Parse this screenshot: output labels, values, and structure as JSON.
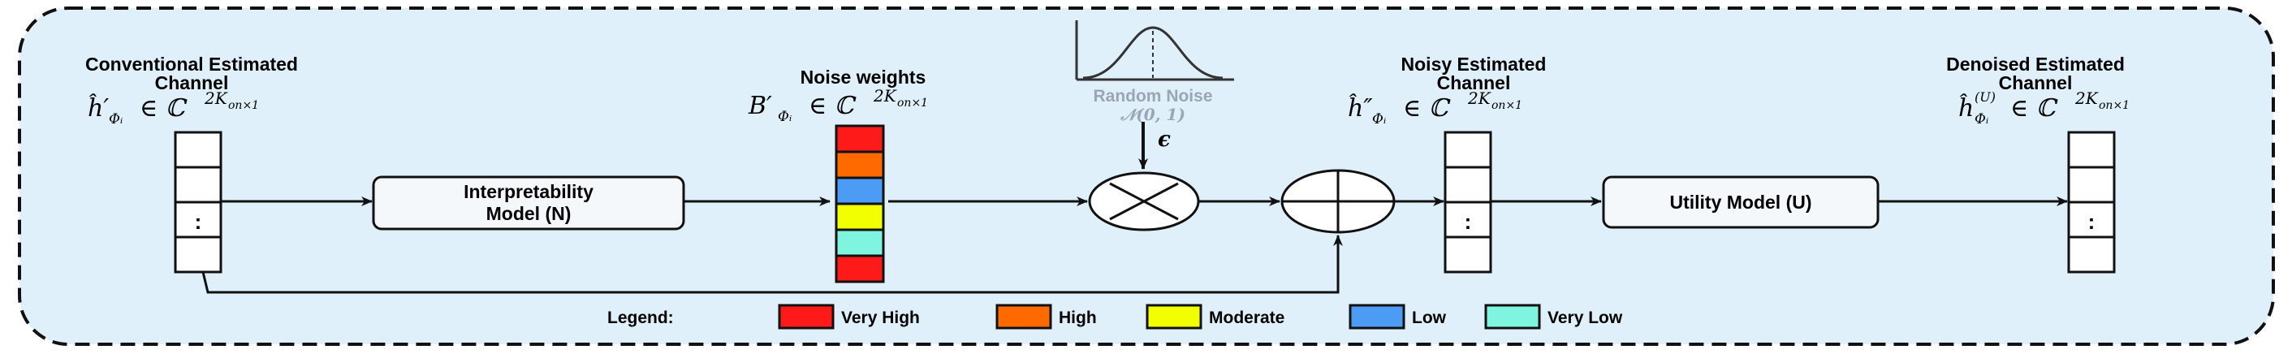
{
  "blocks": {
    "conventional": {
      "title_line1": "Conventional Estimated",
      "title_line2": "Channel",
      "symbol": "ĥ′",
      "subscript": "Φᵢ",
      "space": "∈ ℂ",
      "exponent": "2K",
      "exp_sub": "on×1",
      "vdots": ":"
    },
    "noise_weights": {
      "title": "Noise weights",
      "symbol": "B′",
      "subscript": "Φᵢ",
      "space": "∈ ℂ",
      "exponent": "2K",
      "exp_sub": "on×1",
      "cells": [
        {
          "level": "very_high",
          "color": "#ff1a1a"
        },
        {
          "level": "high",
          "color": "#ff6a00"
        },
        {
          "level": "low",
          "color": "#4c9bf5"
        },
        {
          "level": "moderate",
          "color": "#f2ff00"
        },
        {
          "level": "very_low",
          "color": "#7ff5e0"
        },
        {
          "level": "very_high",
          "color": "#ff1a1a"
        }
      ]
    },
    "random_noise": {
      "title": "Random Noise",
      "distribution": "𝒩(0, 1)",
      "epsilon": "ϵ"
    },
    "noisy": {
      "title_line1": "Noisy Estimated",
      "title_line2": "Channel",
      "symbol": "ĥ″",
      "subscript": "Φᵢ",
      "space": "∈ ℂ",
      "exponent": "2K",
      "exp_sub": "on×1",
      "vdots": ":"
    },
    "denoised": {
      "title_line1": "Denoised Estimated",
      "title_line2": "Channel",
      "symbol": "ĥ",
      "superscript": "(U)",
      "subscript": "Φᵢ",
      "space": "∈ ℂ",
      "exponent": "2K",
      "exp_sub": "on×1",
      "vdots": ":"
    }
  },
  "models": {
    "interpretability_line1": "Interpretability",
    "interpretability_line2": "Model (N)",
    "utility": "Utility Model (U)"
  },
  "legend": {
    "title": "Legend:",
    "items": [
      {
        "label": "Very High",
        "color": "#ff1a1a"
      },
      {
        "label": "High",
        "color": "#ff6a00"
      },
      {
        "label": "Moderate",
        "color": "#f2ff00"
      },
      {
        "label": "Low",
        "color": "#4c9bf5"
      },
      {
        "label": "Very Low",
        "color": "#7ff5e0"
      }
    ]
  },
  "colors": {
    "background_panel": "#dff0fb",
    "border": "#111111",
    "box_fill": "#f4f8fb"
  }
}
